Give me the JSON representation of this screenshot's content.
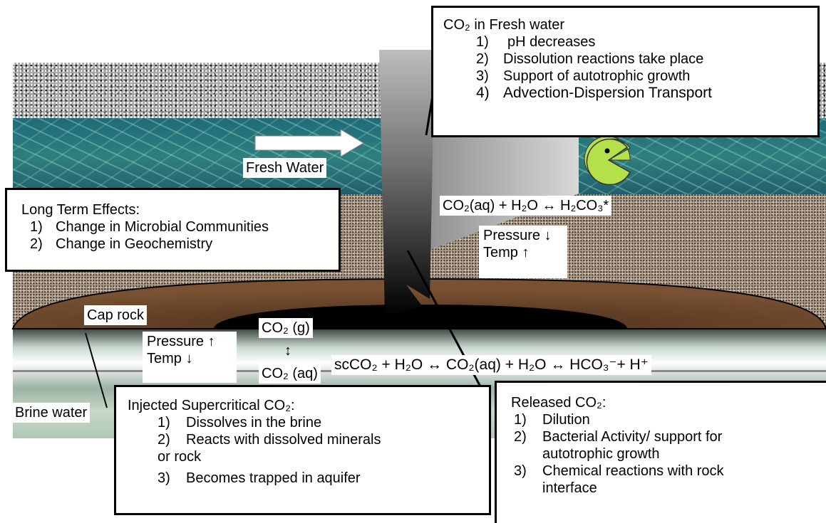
{
  "layers": {
    "fresh_water_label": "Fresh Water",
    "cap_rock_label": "Cap rock",
    "brine_water_label": "Brine water"
  },
  "fresh_water_box": {
    "title": "CO₂ in Fresh water",
    "items": [
      {
        "num": "1)",
        "text": "pH decreases"
      },
      {
        "num": "2)",
        "text": "Dissolution reactions take place"
      },
      {
        "num": "3)",
        "text": "Support of autotrophic growth"
      },
      {
        "num": "4)",
        "text": "Advection-Dispersion Transport"
      }
    ]
  },
  "long_term_box": {
    "title": "Long Term Effects:",
    "items": [
      {
        "num": "1)",
        "text": "Change in Microbial Communities"
      },
      {
        "num": "2)",
        "text": "Change in Geochemistry"
      }
    ]
  },
  "injected_box": {
    "title": "Injected Supercritical CO₂:",
    "items": [
      {
        "num": "1)",
        "text": "Dissolves in the brine"
      },
      {
        "num": "2)",
        "text": "Reacts with dissolved minerals"
      },
      {
        "num": "",
        "text": "or rock"
      },
      {
        "num": "3)",
        "text": "Becomes trapped in aquifer"
      }
    ]
  },
  "released_box": {
    "title": "Released CO₂:",
    "items": [
      {
        "num": "1)",
        "text": "Dilution"
      },
      {
        "num": "2)",
        "text": "Bacterial Activity/ support for"
      },
      {
        "num": "",
        "text": "autotrophic growth"
      },
      {
        "num": "3)",
        "text": "Chemical reactions with rock"
      },
      {
        "num": "",
        "text": "interface"
      }
    ]
  },
  "equations": {
    "carbonic": "CO₂(aq)  +  H₂O ↔  H₂CO₃*",
    "upper_conditions": [
      "Pressure ↓",
      "Temp  ↑"
    ],
    "lower_conditions": [
      "Pressure ↑",
      "Temp  ↓"
    ],
    "co2_gas": "CO₂ (g)",
    "co2_arrow": "↕",
    "co2_aq": "CO₂ (aq)",
    "brine_reaction": "scCO₂ + H₂O ↔ CO₂(aq)  +  H₂O ↔  HCO₃⁻+  H⁺"
  },
  "colors": {
    "pacman": "#b6e04a",
    "plume": "#000000",
    "arrow": "#ffffff"
  }
}
